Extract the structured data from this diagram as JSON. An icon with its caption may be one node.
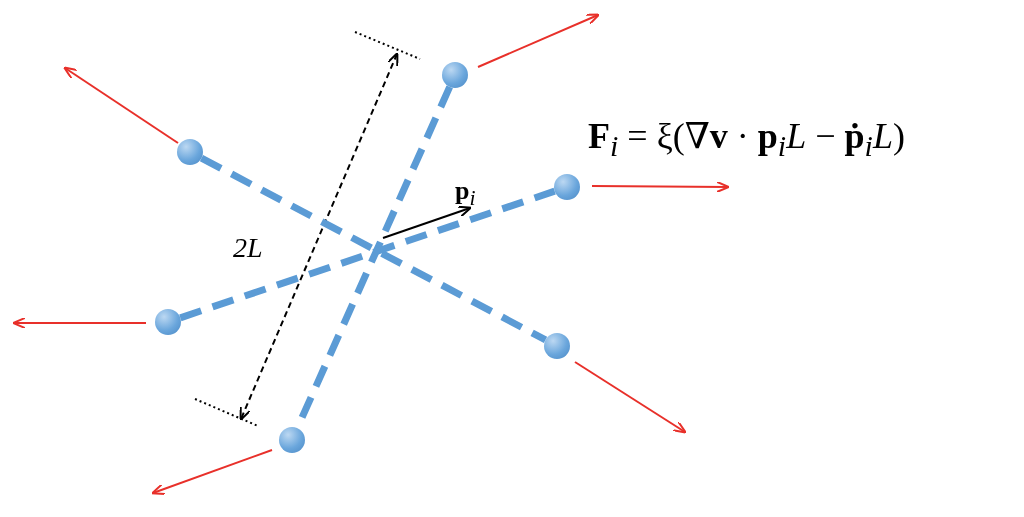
{
  "diagram": {
    "nodes": [
      {
        "text": [],
        "shape": "circle"
      },
      {
        "text": [],
        "shape": "circle"
      },
      {
        "text": [],
        "shape": "circle"
      },
      {
        "text": [],
        "shape": "circle"
      },
      {
        "text": [],
        "shape": "circle"
      },
      {
        "text": [],
        "shape": "circle"
      }
    ],
    "edges": [
      {
        "from": 0,
        "to": 5,
        "arrow": "none",
        "style": "dashed"
      },
      {
        "from": 1,
        "to": 4,
        "arrow": "none",
        "style": "dashed"
      },
      {
        "from": 3,
        "to": 2,
        "arrow": "none",
        "style": "dashed"
      }
    ],
    "labels": [
      "**F**$_{i}$ = ξ(∇**v** · **p**$_{i}$*L* − **ṗ**$_{i}$*L*)",
      "**p**$_{i}$",
      "2L"
    ]
  }
}
